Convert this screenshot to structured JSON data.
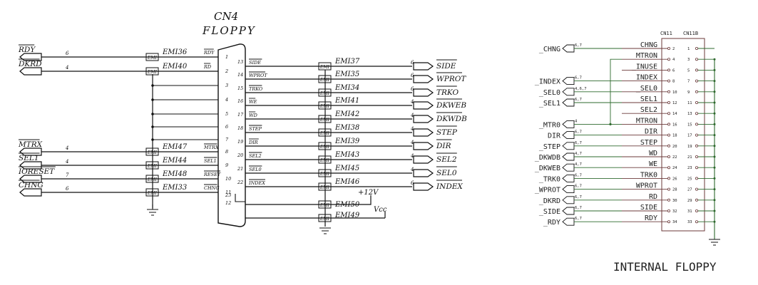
{
  "left": {
    "title": "CN4",
    "subtitle": "FLOPPY",
    "inputs": [
      {
        "label": "RDY",
        "pin": "6",
        "emi": "EMI36",
        "sig": "RDY",
        "cpin": "1"
      },
      {
        "label": "DKRD",
        "pin": "4",
        "emi": "EMI40",
        "sig": "RD",
        "cpin": "2"
      },
      {
        "label": "MTRX",
        "pin": "4",
        "emi": "EMI47",
        "sig": "MTRX",
        "cpin": "8"
      },
      {
        "label": "SEL1",
        "pin": "4",
        "emi": "EMI44",
        "sig": "SEL1",
        "cpin": "9"
      },
      {
        "label": "IORESET",
        "pin": "7",
        "emi": "EMI48",
        "sig": "RESET",
        "cpin": "10"
      },
      {
        "label": "CHNG",
        "pin": "6",
        "emi": "EMI33",
        "sig": "CHNG",
        "cpin": "11"
      }
    ],
    "gnd_pins": [
      "3",
      "4",
      "5",
      "6",
      "7"
    ],
    "outputs": [
      {
        "cpin": "13",
        "sig": "SIDE",
        "emi": "EMI37",
        "pin": "6",
        "label": "SIDE"
      },
      {
        "cpin": "14",
        "sig": "WPROT",
        "emi": "EMI35",
        "pin": "6",
        "label": "WPROT"
      },
      {
        "cpin": "15",
        "sig": "TRKO",
        "emi": "EMI34",
        "pin": "6",
        "label": "TRKO"
      },
      {
        "cpin": "16",
        "sig": "WE",
        "emi": "EMI41",
        "pin": "4",
        "label": "DKWEB"
      },
      {
        "cpin": "17",
        "sig": "WD",
        "emi": "EMI42",
        "pin": "4",
        "label": "DKWDB"
      },
      {
        "cpin": "18",
        "sig": "STEP",
        "emi": "EMI38",
        "pin": "4",
        "label": "STEP"
      },
      {
        "cpin": "19",
        "sig": "DIR",
        "emi": "EMI39",
        "pin": "4",
        "label": "DIR"
      },
      {
        "cpin": "20",
        "sig": "SEL2",
        "emi": "EMI43",
        "pin": "4",
        "label": "SEL2"
      },
      {
        "cpin": "21",
        "sig": "SEL0",
        "emi": "EMI45",
        "pin": "4",
        "label": "SEL0"
      },
      {
        "cpin": "22",
        "sig": "INDEX",
        "emi": "EMI46",
        "pin": "6",
        "label": "INDEX"
      }
    ],
    "extra_pins": [
      "23",
      "12"
    ],
    "emi50": "EMI50",
    "emi49": "EMI49",
    "v12": "+12V",
    "vcc": "Vcc"
  },
  "right": {
    "title": "INTERNAL FLOPPY",
    "cn11": "CN11",
    "cn11b": "CN11B",
    "top_wire": {
      "label": "CHNG",
      "ref": "6,7",
      "pin": "2",
      "pin_odd": "1"
    },
    "rows": [
      {
        "sig": "CHNG",
        "pin": "2",
        "odd": "1"
      },
      {
        "sig": "MTRON",
        "pin": "4",
        "odd": "3"
      },
      {
        "sig": "_INUSE",
        "pin": "6",
        "odd": "5"
      },
      {
        "sig": "_INDEX",
        "pin": "8",
        "odd": "7"
      },
      {
        "sig": "_SEL0",
        "pin": "10",
        "odd": "9"
      },
      {
        "sig": "_SEL1",
        "pin": "12",
        "odd": "11"
      },
      {
        "sig": "_SEL2",
        "pin": "14",
        "odd": "13"
      },
      {
        "sig": "MTRON",
        "pin": "16",
        "odd": "15"
      },
      {
        "sig": "DIR",
        "pin": "18",
        "odd": "17"
      },
      {
        "sig": "STEP",
        "pin": "20",
        "odd": "19"
      },
      {
        "sig": "_WD",
        "pin": "22",
        "odd": "21"
      },
      {
        "sig": "_WE",
        "pin": "24",
        "odd": "23"
      },
      {
        "sig": "TRK0",
        "pin": "26",
        "odd": "25"
      },
      {
        "sig": "WPROT",
        "pin": "28",
        "odd": "27"
      },
      {
        "sig": "RD",
        "pin": "30",
        "odd": "29"
      },
      {
        "sig": "SIDE",
        "pin": "32",
        "odd": "31"
      },
      {
        "sig": "RDY",
        "pin": "34",
        "odd": "33"
      }
    ],
    "nets": [
      {
        "label": "_CHNG",
        "ref": "6,7",
        "row": 0
      },
      {
        "label": "_INDEX",
        "ref": "6,7",
        "row": 3
      },
      {
        "label": "_SEL0",
        "ref": "4,6,7",
        "row": 4
      },
      {
        "label": "_SEL1",
        "ref": "6,7",
        "row": 5
      },
      {
        "label": "_MTR0",
        "ref": "4",
        "row": 7
      },
      {
        "label": "DIR",
        "ref": "6,7",
        "row": 8
      },
      {
        "label": "_STEP",
        "ref": "6,7",
        "row": 9
      },
      {
        "label": "_DKWDB",
        "ref": "4,7",
        "row": 10
      },
      {
        "label": "_DKWEB",
        "ref": "4,7",
        "row": 11
      },
      {
        "label": "_TRK0",
        "ref": "6,7",
        "row": 12
      },
      {
        "label": "_WPROT",
        "ref": "6,7",
        "row": 13
      },
      {
        "label": "_DKRD",
        "ref": "6,7",
        "row": 14
      },
      {
        "label": "_SIDE",
        "ref": "6,7",
        "row": 15
      },
      {
        "label": "_RDY",
        "ref": "6,7",
        "row": 16
      }
    ]
  }
}
